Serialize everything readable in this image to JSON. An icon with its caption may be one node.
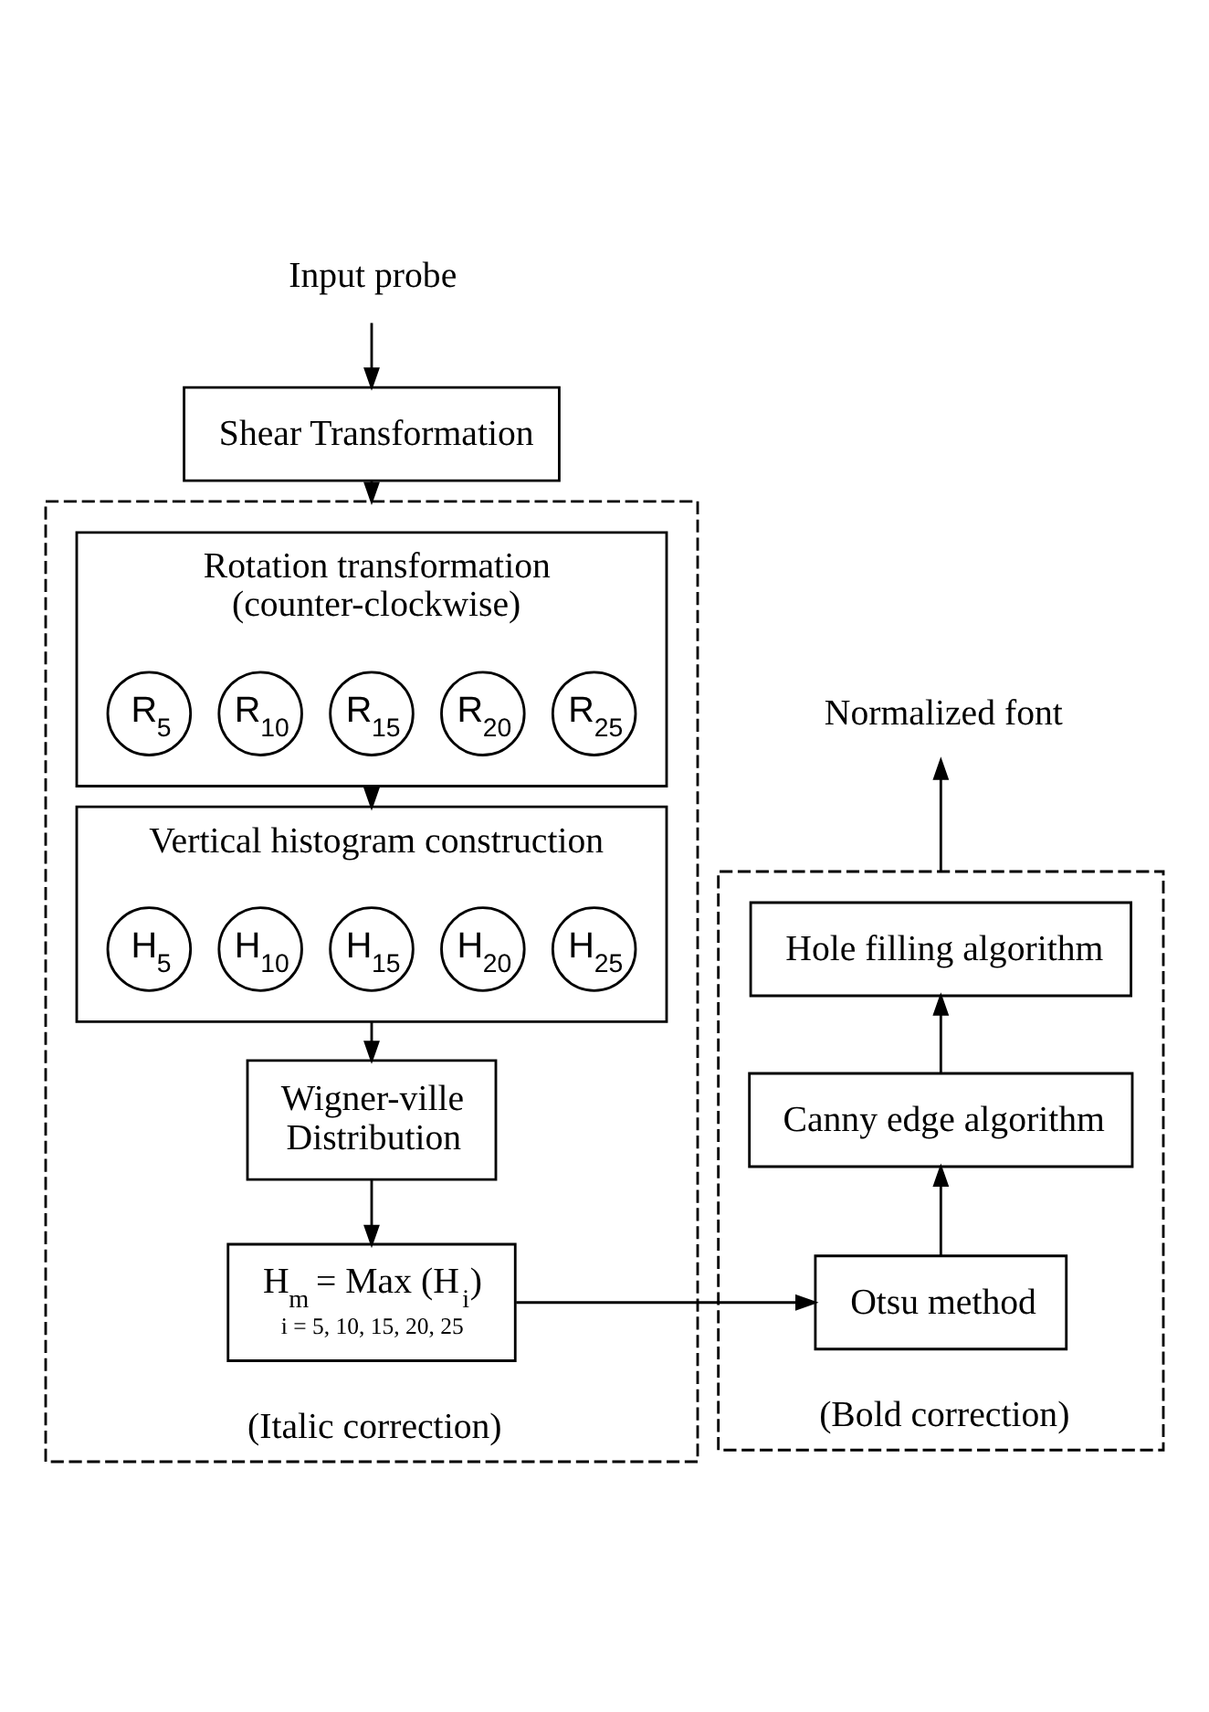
{
  "diagram": {
    "nodes": [
      {
        "text": [
          "Input probe"
        ]
      },
      {
        "text": [
          "Shear Transformation"
        ]
      },
      {
        "text": [
          "(Italic correction)"
        ]
      },
      {
        "text": [
          "Rotation transformation (counter-clockwise)"
        ],
        "in": 2
      },
      {
        "text": [
          "R$_{5}$"
        ],
        "in": 3
      },
      {
        "text": [
          "R$_{10}$"
        ],
        "in": 3
      },
      {
        "text": [
          "R$_{15}$"
        ],
        "in": 3
      },
      {
        "text": [
          "R$_{20}$"
        ],
        "in": 3
      },
      {
        "text": [
          "R$_{25}$"
        ],
        "in": 3
      },
      {
        "text": [
          "Vertical histogram construction"
        ],
        "in": 2
      },
      {
        "text": [
          "H$_{5}$"
        ],
        "in": 9
      },
      {
        "text": [
          "H$_{10}$"
        ],
        "in": 9
      },
      {
        "text": [
          "H$_{15}$"
        ],
        "in": 9
      },
      {
        "text": [
          "H$_{20}$"
        ],
        "in": 9
      },
      {
        "text": [
          "H$_{25}$"
        ],
        "in": 9
      },
      {
        "text": [
          "Wigner-ville Distribution"
        ],
        "in": 2
      },
      {
        "text": [
          "H$_{m}$ = Max (H$_{i}$)",
          "i = 5, 10, 15, 20, 25"
        ],
        "in": 2
      },
      {
        "text": [
          "(Bold correction)"
        ]
      },
      {
        "text": [
          "Otsu method"
        ],
        "in": 17
      },
      {
        "text": [
          "Canny edge algorithm"
        ],
        "in": 17
      },
      {
        "text": [
          "Hole filling algorithm"
        ],
        "in": 17
      },
      {
        "text": [
          "Normalized font"
        ]
      }
    ],
    "edges": [
      {
        "from": 0,
        "to": 1,
        "arrow": "to"
      },
      {
        "from": 1,
        "to": 2,
        "arrow": "to"
      },
      {
        "from": 3,
        "to": 9,
        "arrow": "to"
      },
      {
        "from": 9,
        "to": 15,
        "arrow": "to"
      },
      {
        "from": 15,
        "to": 16,
        "arrow": "to"
      },
      {
        "from": 16,
        "to": 18,
        "arrow": "to"
      },
      {
        "from": 18,
        "to": 19,
        "arrow": "to"
      },
      {
        "from": 19,
        "to": 20,
        "arrow": "to"
      },
      {
        "from": 17,
        "to": 21,
        "arrow": "to"
      }
    ]
  }
}
